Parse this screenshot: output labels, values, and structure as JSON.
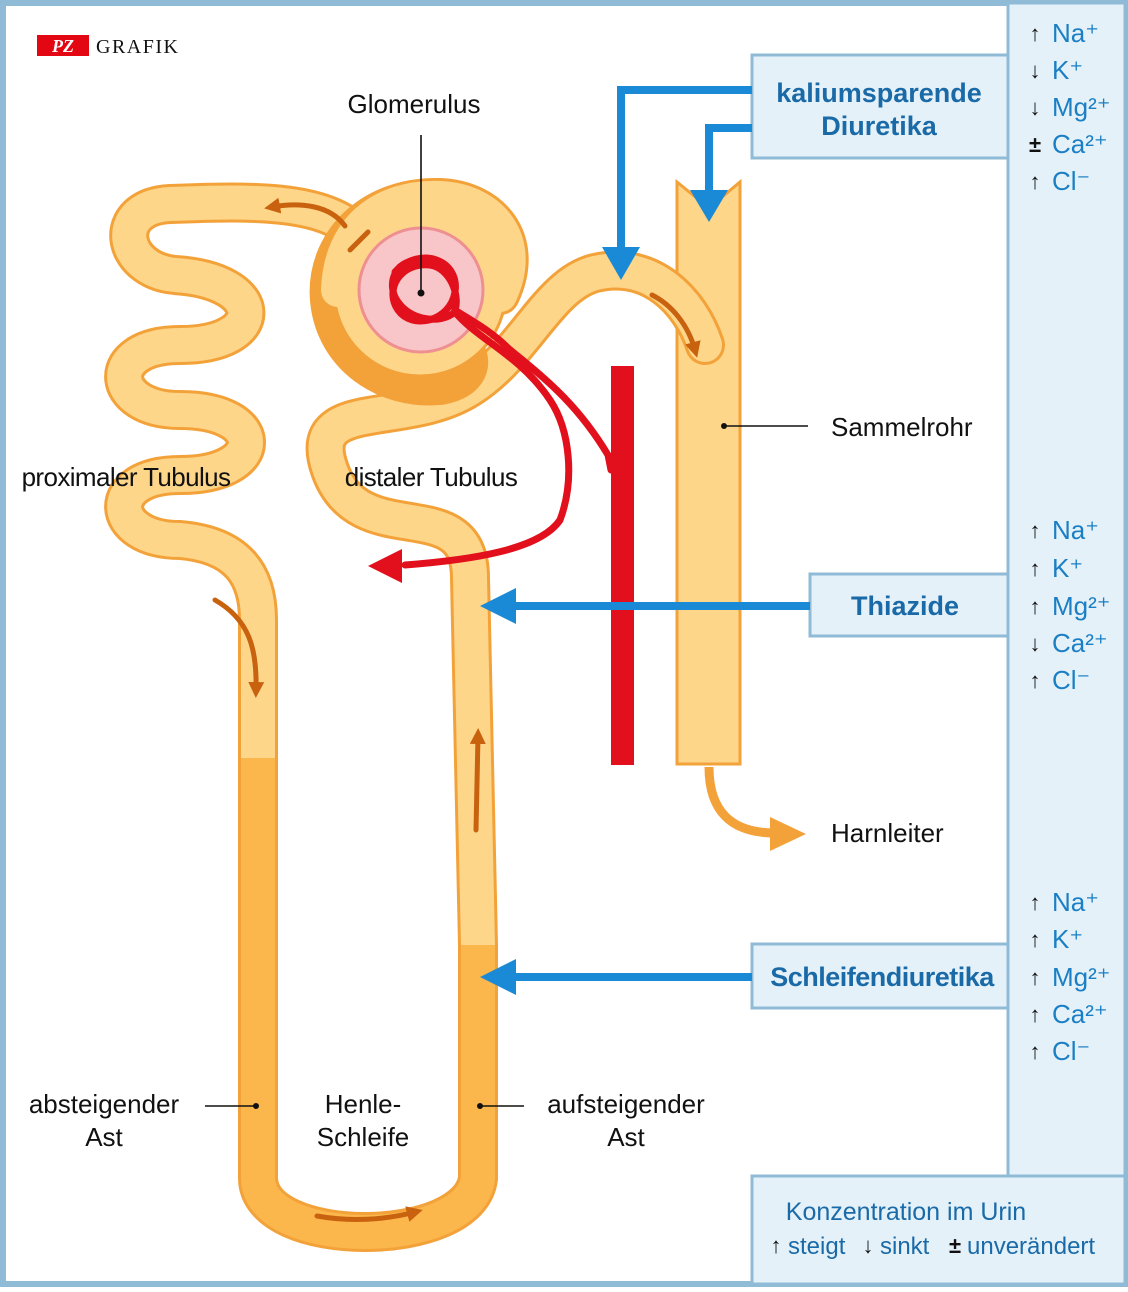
{
  "brand": {
    "badge": "PZ",
    "text": "GRAFIK"
  },
  "colors": {
    "frame": "#8fbbd6",
    "panel": "#e5f1f9",
    "blue_arrow": "#1a8ad6",
    "drug_text": "#1a6aa8",
    "ion_text": "#1a7fc4",
    "tubule_fill": "#fdd68a",
    "tubule_stroke": "#f3a23a",
    "flow_arrow": "#c8620f",
    "blood": "#e2101c",
    "badge_red": "#e30613",
    "glomerulus": "#f8c6c8"
  },
  "labels": {
    "glomerulus": "Glomerulus",
    "proximal": "proximaler Tubulus",
    "distal": "distaler Tubulus",
    "collecting": "Sammelrohr",
    "ureter": "Harnleiter",
    "descending_1": "absteigender",
    "descending_2": "Ast",
    "henle_1": "Henle-",
    "henle_2": "Schleife",
    "ascending_1": "aufsteigender",
    "ascending_2": "Ast"
  },
  "drugs": [
    {
      "lines": [
        "kaliumsparende",
        "Diuretika"
      ],
      "ions": [
        {
          "sym": "↑",
          "ion": "Na⁺"
        },
        {
          "sym": "↓",
          "ion": "K⁺"
        },
        {
          "sym": "↓",
          "ion": "Mg²⁺"
        },
        {
          "sym": "±",
          "ion": "Ca²⁺"
        },
        {
          "sym": "↑",
          "ion": "Cl⁻"
        }
      ]
    },
    {
      "lines": [
        "Thiazide"
      ],
      "ions": [
        {
          "sym": "↑",
          "ion": "Na⁺"
        },
        {
          "sym": "↑",
          "ion": "K⁺"
        },
        {
          "sym": "↑",
          "ion": "Mg²⁺"
        },
        {
          "sym": "↓",
          "ion": "Ca²⁺"
        },
        {
          "sym": "↑",
          "ion": "Cl⁻"
        }
      ]
    },
    {
      "lines": [
        "Schleifendiuretika"
      ],
      "ions": [
        {
          "sym": "↑",
          "ion": "Na⁺"
        },
        {
          "sym": "↑",
          "ion": "K⁺"
        },
        {
          "sym": "↑",
          "ion": "Mg²⁺"
        },
        {
          "sym": "↑",
          "ion": "Ca²⁺"
        },
        {
          "sym": "↑",
          "ion": "Cl⁻"
        }
      ]
    }
  ],
  "legend": {
    "title": "Konzentration im Urin",
    "items": [
      {
        "sym": "↑",
        "text": "steigt"
      },
      {
        "sym": "↓",
        "text": "sinkt"
      },
      {
        "sym": "±",
        "text": "unverändert"
      }
    ]
  }
}
